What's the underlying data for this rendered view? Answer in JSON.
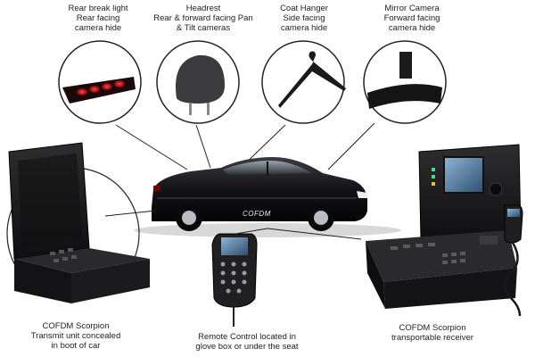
{
  "callouts": {
    "rear_brake_light": {
      "lines": [
        "Rear break light",
        "Rear facing",
        "camera hide"
      ]
    },
    "headrest": {
      "lines": [
        "Headrest",
        "Rear & forward facing Pan",
        "& Tilt cameras"
      ]
    },
    "coat_hanger": {
      "lines": [
        "Coat Hanger",
        "Side facing",
        "camera hide"
      ]
    },
    "mirror_camera": {
      "lines": [
        "Mirror Camera",
        "Forward facing",
        "camera hide"
      ]
    },
    "transmit_unit": {
      "lines": [
        "COFDM Scorpion",
        "Transmit unit concealed",
        "in boot of car"
      ]
    },
    "remote_control": {
      "lines": [
        "Remote Control located in",
        "glove box or under the seat"
      ]
    },
    "receiver": {
      "lines": [
        "COFDM Scorpion",
        "transportable receiver"
      ]
    }
  },
  "car_brand_text": "COFDM",
  "colors": {
    "accent_red": "#c0101a",
    "case_black": "#1d1d1f",
    "car_black": "#16161a",
    "screen_blue": "#5a86b0"
  }
}
